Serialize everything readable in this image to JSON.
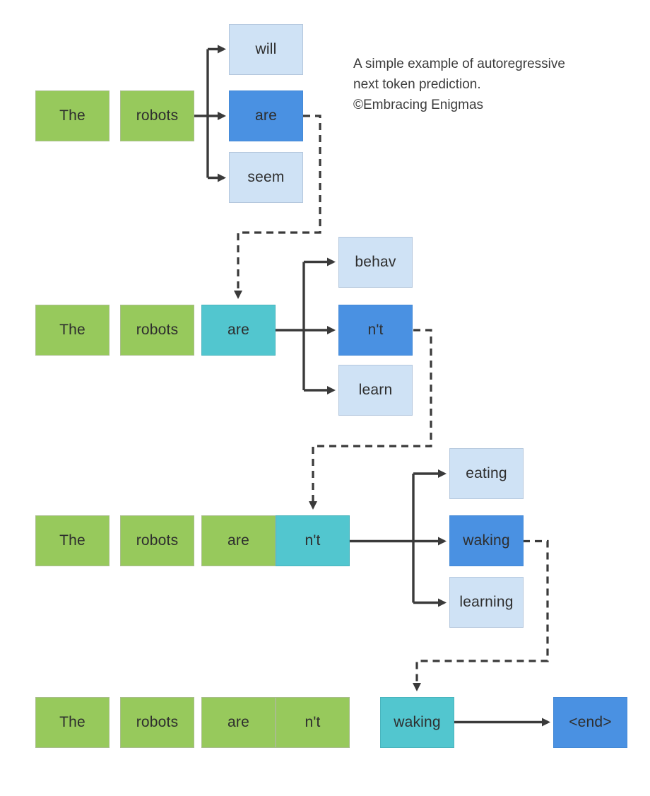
{
  "caption": {
    "lines": [
      "A simple example of autoregressive",
      "next token prediction.",
      "©Embracing Enigmas"
    ]
  },
  "colors": {
    "context_token": "#97c95c",
    "generated_token": "#52c6cf",
    "selected_candidate": "#4a91e2",
    "candidate": "#cfe2f5",
    "connector": "#3a3a3a",
    "token_text": "#2e2e2e"
  },
  "rows": [
    {
      "tokens": [
        "The",
        "robots"
      ],
      "candidates": [
        "will",
        "are",
        "seem"
      ],
      "selected": "are",
      "selected_index": 1
    },
    {
      "tokens": [
        "The",
        "robots",
        "are"
      ],
      "candidates": [
        "behav",
        "n't",
        "learn"
      ],
      "selected": "n't",
      "selected_index": 1
    },
    {
      "tokens": [
        "The",
        "robots",
        "are",
        "n't"
      ],
      "candidates": [
        "eating",
        "waking",
        "learning"
      ],
      "selected": "waking",
      "selected_index": 1
    },
    {
      "tokens": [
        "The",
        "robots",
        "are",
        "n't"
      ],
      "generated": "waking",
      "end_token": "<end>"
    }
  ]
}
